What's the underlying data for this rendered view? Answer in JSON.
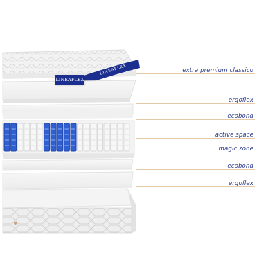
{
  "brand": {
    "badge_text": "LINEAFLEX",
    "ribbon_text": "LINEAFLEX"
  },
  "layers": [
    {
      "label": "extra premium classico"
    },
    {
      "label": "ergoflex"
    },
    {
      "label": "ecobond"
    },
    {
      "label": "active space"
    },
    {
      "label": "magic zone"
    },
    {
      "label": "ecobond"
    },
    {
      "label": "ergoflex"
    }
  ],
  "colors": {
    "label_text": "#2a3a8a",
    "leader_line": "#e6c9a8",
    "brand_blue": "#1c2f8f",
    "spring_blue": "#2f5fd1"
  }
}
